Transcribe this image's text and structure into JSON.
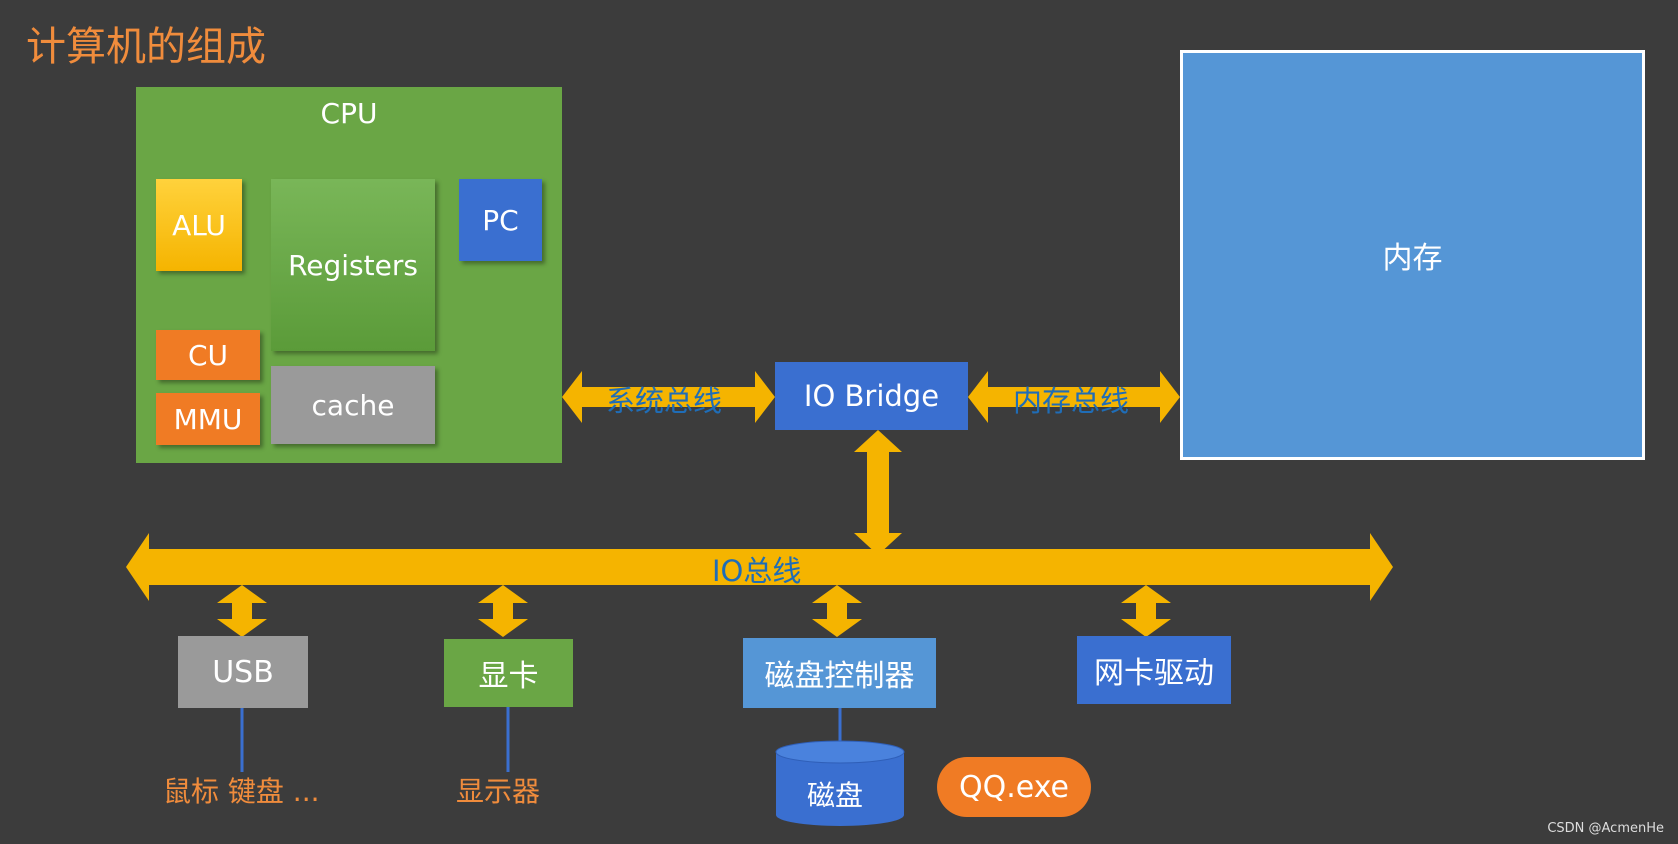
{
  "title": "计算机的组成",
  "cpu": {
    "label": "CPU",
    "alu": "ALU",
    "registers": "Registers",
    "pc": "PC",
    "cu": "CU",
    "mmu": "MMU",
    "cache": "cache"
  },
  "memory": {
    "label": "内存"
  },
  "bridge": {
    "label": "IO Bridge"
  },
  "buses": {
    "system": "系统总线",
    "memory": "内存总线",
    "io": "IO总线"
  },
  "devices": {
    "usb": "USB",
    "gpu": "显卡",
    "disk_controller": "磁盘控制器",
    "nic": "网卡驱动"
  },
  "peripherals": {
    "input": "鼠标 键盘 ...",
    "display": "显示器",
    "disk": "磁盘"
  },
  "process": {
    "label": "QQ.exe"
  },
  "watermark": "CSDN @AcmenHe",
  "colors": {
    "background": "#3c3c3c",
    "title": "#f08c3c",
    "bus": "#f5b400",
    "cpu": "#6aa645",
    "memory": "#5596d6",
    "bridge": "#3a6fd0"
  }
}
